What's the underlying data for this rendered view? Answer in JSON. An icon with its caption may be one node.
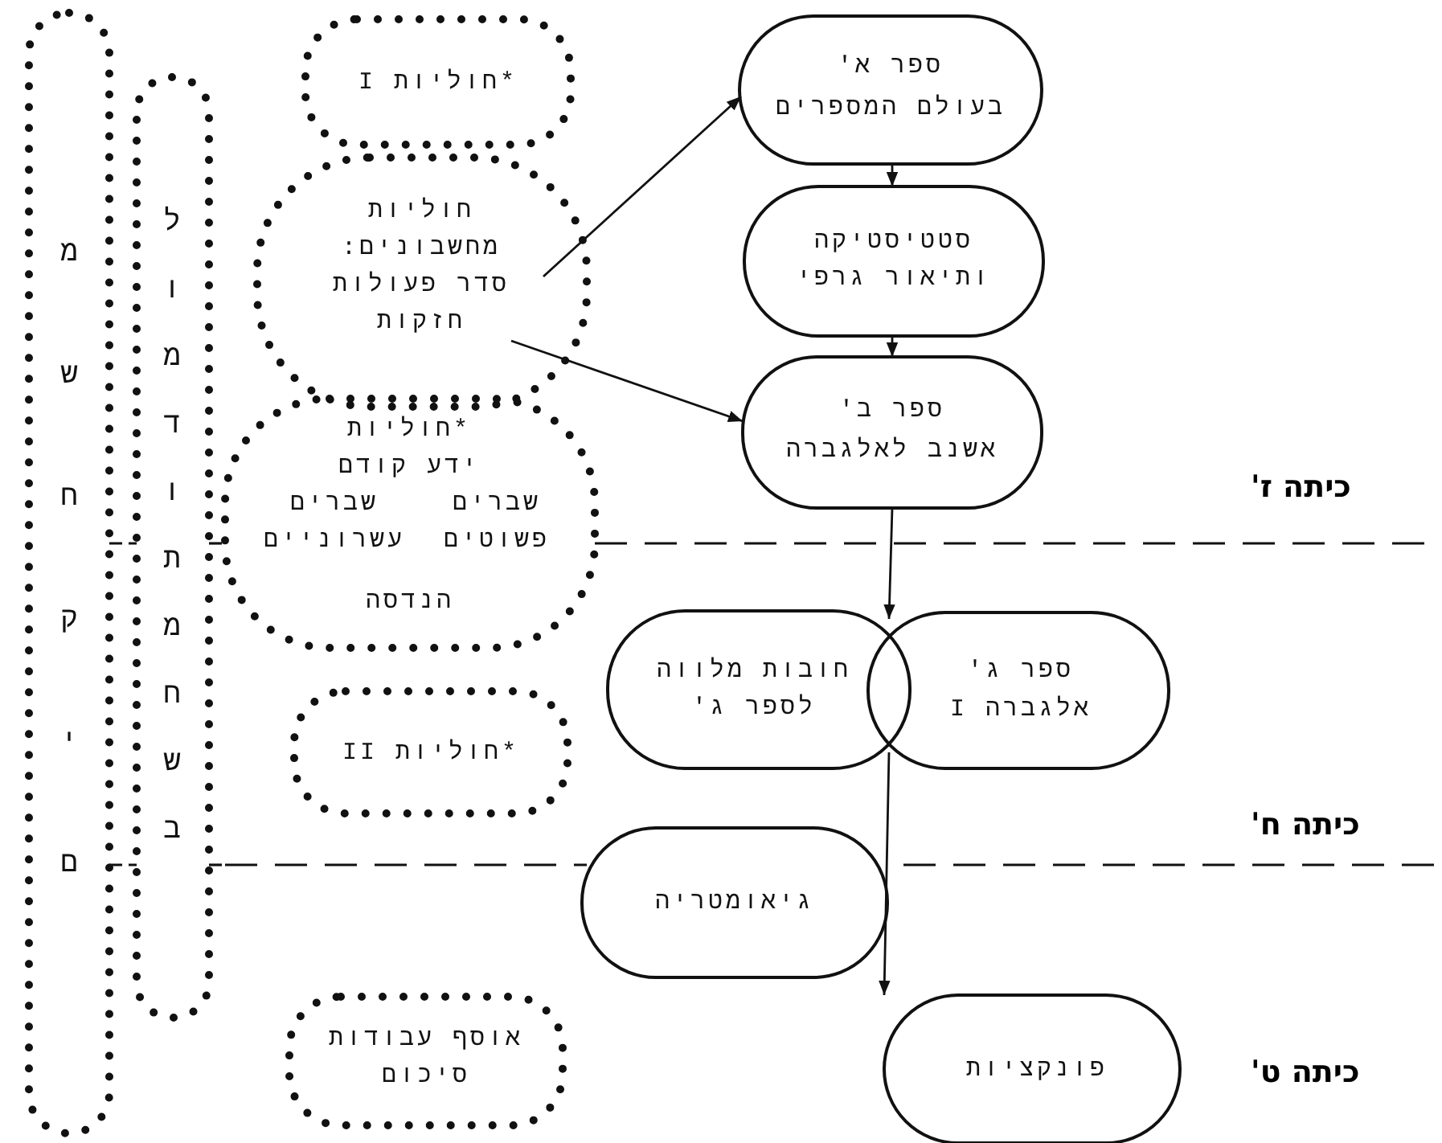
{
  "diagram": {
    "nodes": [
      {
        "text": [
          "משחקים"
        ]
      },
      {
        "text": [
          "לומדות מחשב"
        ]
      },
      {
        "text": [
          "*חוליות I"
        ]
      },
      {
        "text": [
          "חוליות מחשבונים: סדר פעולות חזקות"
        ]
      },
      {
        "text": [
          "*חוליות ידע קודם",
          "שברים פשוטים",
          "שברים עשרוניים",
          "הנדסה"
        ]
      },
      {
        "text": [
          "*חוליות II"
        ]
      },
      {
        "text": [
          "אוסף עבודות סיכום"
        ]
      },
      {
        "text": [
          "ספר א'",
          "בעולם המספרים"
        ]
      },
      {
        "text": [
          "סטטיסטיקה ותיאור גרפי"
        ]
      },
      {
        "text": [
          "ספר ב'",
          "אשנב לאלגברה"
        ]
      },
      {
        "text": [
          "חובות מלווה לספר ג'"
        ]
      },
      {
        "text": [
          "ספר ג'",
          "אלגברה I"
        ]
      },
      {
        "text": [
          "גיאומטריה"
        ]
      },
      {
        "text": [
          "פונקציות"
        ]
      }
    ],
    "edges": [
      {
        "from": 3,
        "to": 7,
        "arrow": "to"
      },
      {
        "from": 3,
        "to": 9,
        "arrow": "to"
      },
      {
        "from": 7,
        "to": 8,
        "arrow": "to"
      },
      {
        "from": 8,
        "to": 9,
        "arrow": "to"
      },
      {
        "from": 9,
        "to": 10,
        "arrow": "to"
      },
      {
        "from": 9,
        "to": 11,
        "arrow": "to"
      },
      {
        "from": 10,
        "to": 13,
        "arrow": "to"
      },
      {
        "from": 11,
        "to": 13,
        "arrow": "to"
      }
    ],
    "labels": [
      "כיתה ז'",
      "כיתה ח'",
      "כיתה ט'"
    ]
  }
}
